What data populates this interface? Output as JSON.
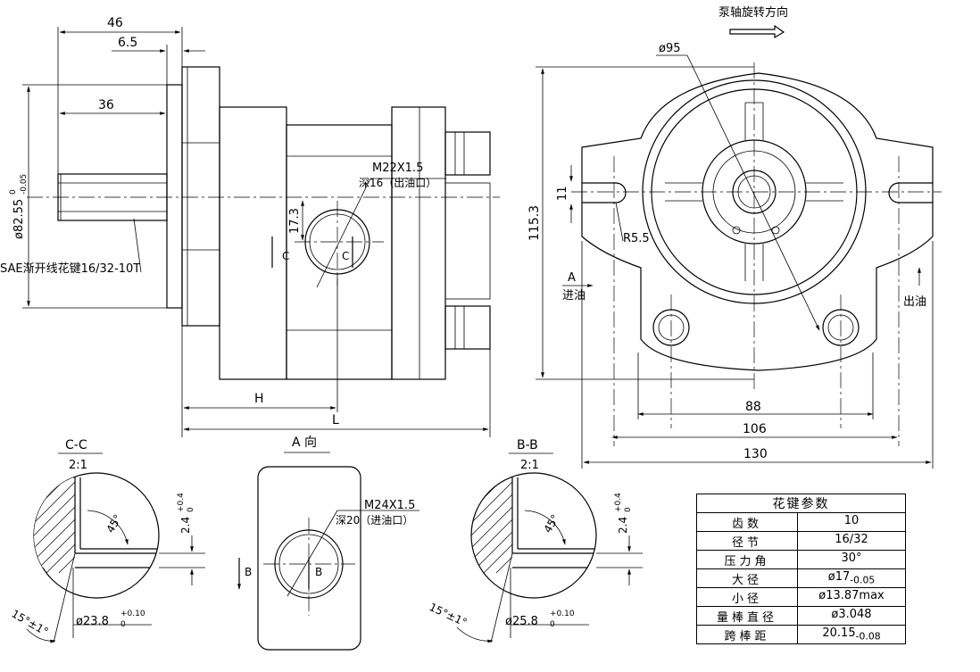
{
  "side_view": {
    "dim_46": "46",
    "dim_6_5": "6.5",
    "dim_36": "36",
    "dim_diameter": "ø82.55",
    "dim_diameter_tol_upper": "0",
    "dim_diameter_tol_lower": "-0.05",
    "spline_note": "SAE渐开线花键16/32-10T",
    "port_thread": "M22X1.5",
    "port_depth": "深16（出油口）",
    "dim_17_3": "17.3",
    "section_mark_c": "C",
    "dim_H": "H",
    "dim_L": "L"
  },
  "front_view": {
    "rotation_label": "泵轴旋转方向",
    "dim_dia95": "ø95",
    "dim_115_3": "115.3",
    "dim_11": "11",
    "dim_r5_5": "R5.5",
    "view_a_mark": "A",
    "inlet_label": "进油",
    "outlet_label": "出油",
    "dim_88": "88",
    "dim_106": "106",
    "dim_130": "130"
  },
  "section_cc": {
    "title": "C-C",
    "scale": "2:1",
    "angle": "45°",
    "depth_value": "2.4",
    "depth_tol_upper": "+0.4",
    "depth_tol_lower": "0",
    "tilt_angle": "15°±1°",
    "dia_value": "ø23.8",
    "dia_tol_upper": "+0.10",
    "dia_tol_lower": "0"
  },
  "view_a": {
    "title": "A 向",
    "port_thread": "M24X1.5",
    "port_depth": "深20（进油口）",
    "section_mark_b": "B"
  },
  "section_bb": {
    "title": "B-B",
    "scale": "2:1",
    "angle": "45°",
    "depth_value": "2.4",
    "depth_tol_upper": "+0.4",
    "depth_tol_lower": "0",
    "tilt_angle": "15°±1°",
    "dia_value": "ø25.8",
    "dia_tol_upper": "+0.10",
    "dia_tol_lower": "0"
  },
  "spline_table": {
    "title": "花键参数",
    "rows": [
      {
        "label": "齿数",
        "value": "10",
        "value_sub": ""
      },
      {
        "label": "径节",
        "value": "16/32",
        "value_sub": ""
      },
      {
        "label": "压力角",
        "value": "30°",
        "value_sub": ""
      },
      {
        "label": "大径",
        "value": "ø17",
        "value_sub": "-0.05"
      },
      {
        "label": "小径",
        "value": "ø13.87max",
        "value_sub": ""
      },
      {
        "label": "量棒直径",
        "value": "ø3.048",
        "value_sub": ""
      },
      {
        "label": "跨棒距",
        "value": "20.15",
        "value_sub": "-0.08"
      }
    ]
  }
}
